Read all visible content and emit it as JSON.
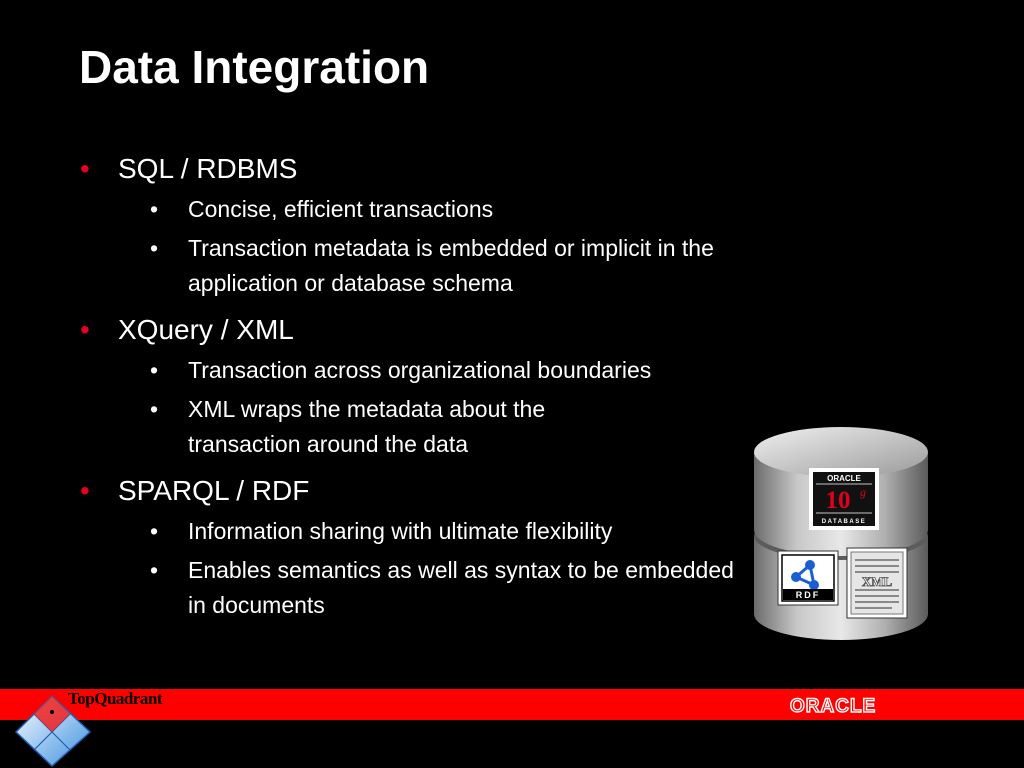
{
  "slide": {
    "title": "Data Integration",
    "bullets": [
      {
        "label": "SQL / RDBMS",
        "sub": [
          "Concise, efficient transactions",
          "Transaction metadata is embedded or implicit in the application or database schema"
        ]
      },
      {
        "label": "XQuery / XML",
        "sub": [
          "Transaction across organizational boundaries",
          "XML wraps the metadata about the transaction around the data"
        ]
      },
      {
        "label": "SPARQL / RDF",
        "sub": [
          "Information sharing with ultimate flexibility",
          "Enables semantics as well as syntax to be embedded in documents"
        ]
      }
    ]
  },
  "graphic": {
    "oracle_label": "ORACLE",
    "version": "10",
    "version_suffix": "g",
    "db_label": "DATABASE",
    "rdf_label": "RDF",
    "xml_label": "XML"
  },
  "footer": {
    "brand": "TopQuadrant",
    "oracle": "ORACLE",
    "bar_color": "#ff0000"
  },
  "colors": {
    "background": "#000000",
    "bullet_red": "#e5001f"
  }
}
